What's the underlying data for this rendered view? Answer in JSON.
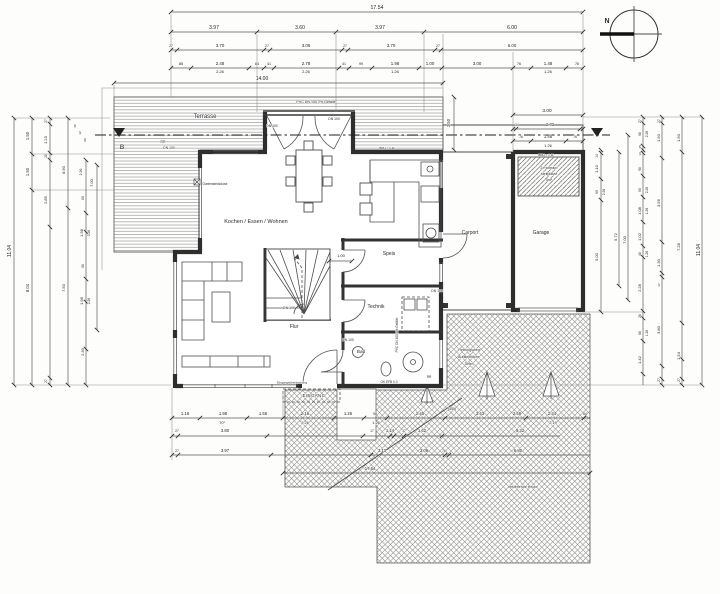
{
  "compass": {
    "north": "N"
  },
  "section": {
    "marker": "B"
  },
  "rooms": {
    "terrasse": "Terrasse",
    "wohnen": "Kochen / Essen / Wohnen",
    "speis": "Speis",
    "technik": "Technik",
    "bad": "Bad",
    "flur": "Flur",
    "carport": "Carport",
    "garage": "Garage",
    "eingang": "EINGANG",
    "bike": [
      "2 Fahrrad-",
      "stellplätze",
      "4m²"
    ],
    "rescue": [
      "Rettungsweg",
      "Aufstellfläche",
      "3x9m"
    ]
  },
  "annotations": {
    "pvc": "PVC DN 100 2% Gefälle",
    "dn100": "DN 100",
    "rr": "RR",
    "ok_efb": "OK EFB 0.0",
    "brh": "BRH = 1.11",
    "hecke": "bestehende Hecke",
    "eingang_small": "Eingangsüberdachung",
    "steckdose": "Gartensteckdose"
  },
  "dims": {
    "top": {
      "total": "17.54",
      "row2": [
        "3.97",
        "3.60",
        "3.97",
        "6.00"
      ],
      "row3": [
        "27",
        "3.70",
        "27",
        "3.06",
        "27",
        "3.70",
        "27",
        "6.00"
      ],
      "row4": [
        "85",
        "2.48",
        "64",
        "41",
        "2.78",
        "41",
        "99",
        "1.98",
        "1.00",
        "3.00",
        "76",
        "1.48",
        "76"
      ],
      "row4_sub": [
        "2.26",
        "2.26",
        "1.26",
        "1.26"
      ],
      "width_total": "14.00"
    },
    "roof": {
      "width": "3.00",
      "sub": [
        "14",
        "2.72"
      ],
      "front": [
        "76",
        "1.48",
        "76"
      ],
      "front_sub": "1.26",
      "depth": "2.50"
    },
    "left": {
      "total": "11.04",
      "chain2": [
        "1.50",
        "1.50",
        "8.04"
      ],
      "chain3": [
        "27",
        "1.23",
        "28",
        "2.85",
        "27"
      ],
      "chain4": [
        "8.90",
        "7.50"
      ],
      "cluster": [
        "42",
        "12",
        "26"
      ],
      "inner": [
        "2.26",
        "7.00",
        "80",
        "1.98",
        "2.26",
        "98",
        "1.98",
        "2.26",
        "2.30"
      ]
    },
    "right": {
      "total": "11.04",
      "garage": [
        "14",
        "1.10",
        "90",
        "2.26",
        "5.00"
      ],
      "garage_totals": [
        "5.72",
        "7.00"
      ],
      "chainC": [
        "27",
        "98",
        "2.26",
        "15",
        "14",
        "98",
        "90",
        "2.26",
        "1.08",
        "1.26",
        "1.02",
        "48",
        "1.26",
        "2.28",
        "28",
        "98",
        "1.26",
        "1.42"
      ],
      "chainB": [
        "27",
        "1.50",
        "3.56",
        "1.30",
        "17",
        "3.80",
        "27"
      ],
      "chainA": [
        "1.50",
        "7.28",
        "1.54",
        "27"
      ]
    },
    "bottom": {
      "row1": [
        "1.18",
        "1.98",
        "1.56",
        "2.16",
        "1.26",
        "98",
        "2.48",
        "3.43",
        "2.48",
        "2.34",
        "64"
      ],
      "row1_sub": [
        "70¹",
        "2.26",
        "1.26",
        "(345)",
        "2.19"
      ],
      "row2": [
        "27",
        "3.80",
        "17",
        "1.14",
        "17",
        "1.62",
        "9.32"
      ],
      "row3": [
        "27",
        "3.97",
        "3.13",
        "3.09",
        "76",
        "6.80"
      ],
      "total": "17.64"
    },
    "interior": {
      "stair_dim": "1.00"
    }
  }
}
